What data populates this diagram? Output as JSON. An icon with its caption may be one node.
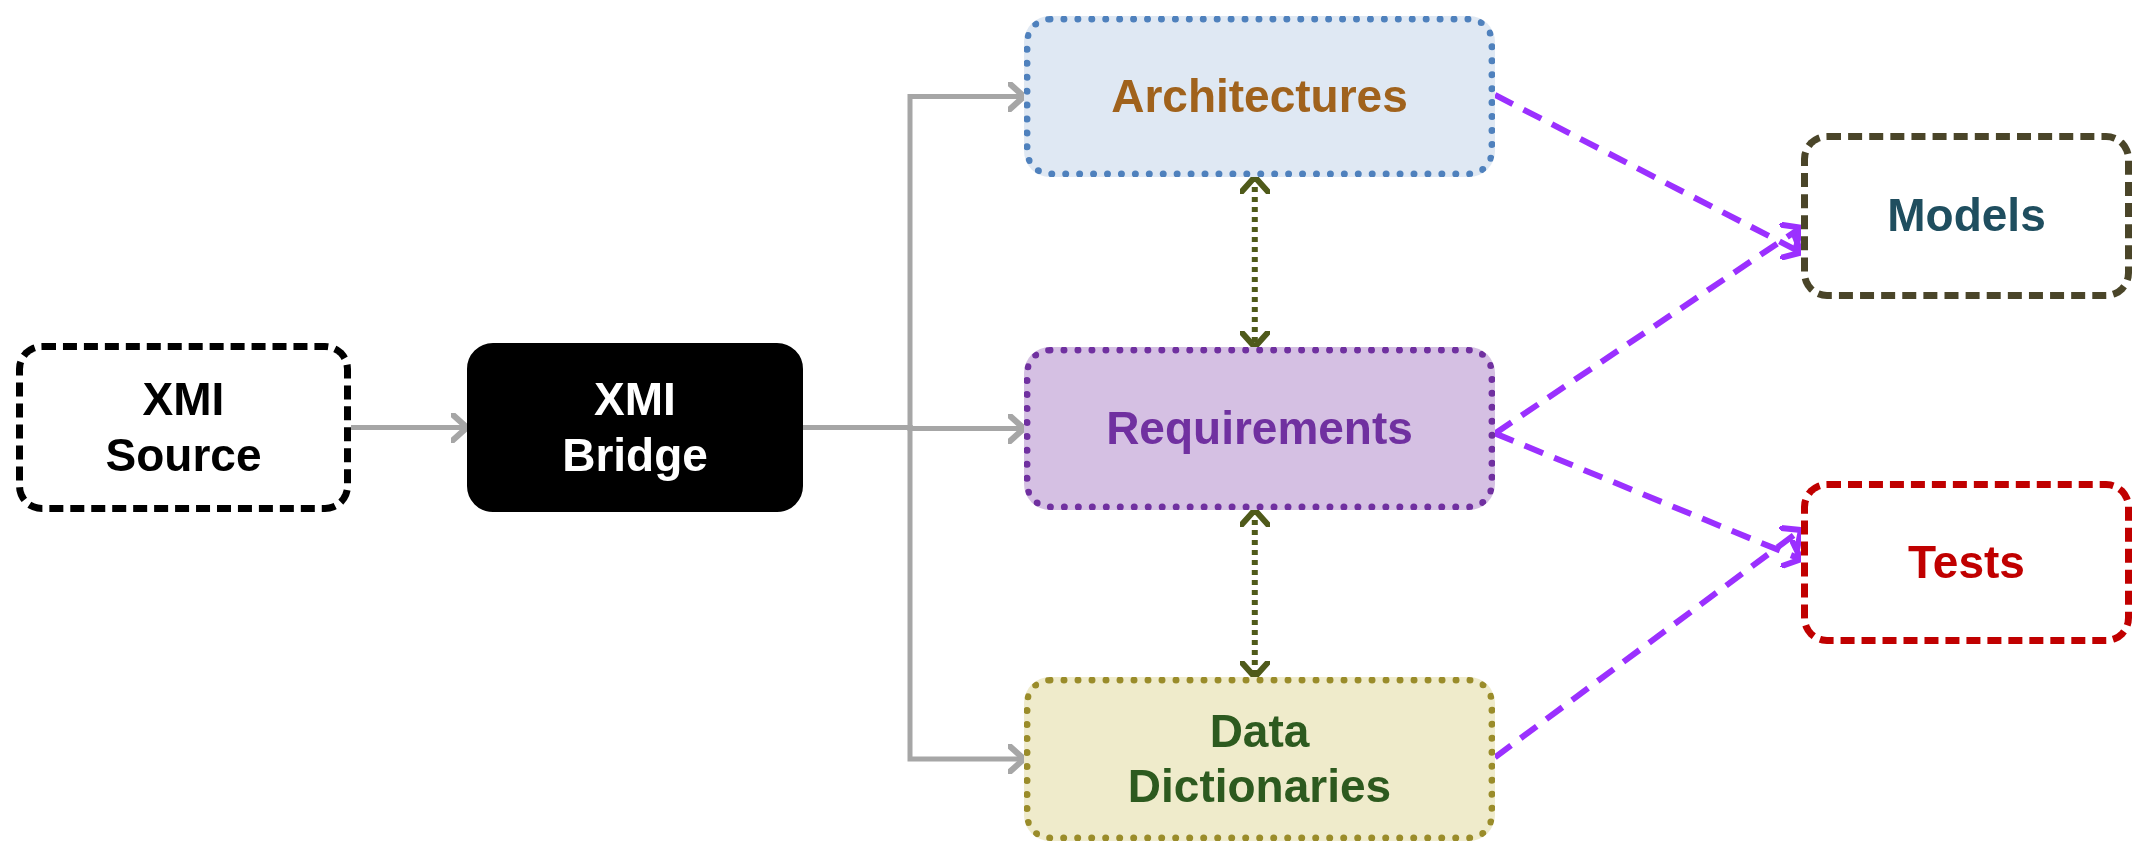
{
  "diagram": {
    "nodes": [
      {
        "text": [
          "XMI Source"
        ]
      },
      {
        "text": [
          "XMI Bridge"
        ]
      },
      {
        "text": [
          "Architectures"
        ]
      },
      {
        "text": [
          "Requirements"
        ]
      },
      {
        "text": [
          "Data Dictionaries"
        ]
      },
      {
        "text": [
          "Models"
        ]
      },
      {
        "text": [
          "Tests"
        ]
      }
    ],
    "edges": [
      {
        "from": 0,
        "to": 1,
        "arrow": "to",
        "color": "#a6a6a6"
      },
      {
        "from": 1,
        "to": 2,
        "arrow": "to",
        "color": "#a6a6a6"
      },
      {
        "from": 1,
        "to": 3,
        "arrow": "to",
        "color": "#a6a6a6"
      },
      {
        "from": 1,
        "to": 4,
        "arrow": "to",
        "color": "#a6a6a6"
      },
      {
        "from": 2,
        "to": 3,
        "arrow": "both",
        "style": "dashed",
        "color": "#4f5a1a"
      },
      {
        "from": 3,
        "to": 4,
        "arrow": "both",
        "style": "dashed",
        "color": "#4f5a1a"
      },
      {
        "from": 2,
        "to": 5,
        "arrow": "to",
        "style": "dashed",
        "color": "#9b30ff"
      },
      {
        "from": 3,
        "to": 5,
        "arrow": "to",
        "style": "dashed",
        "color": "#9b30ff"
      },
      {
        "from": 3,
        "to": 6,
        "arrow": "to",
        "style": "dashed",
        "color": "#9b30ff"
      },
      {
        "from": 4,
        "to": 6,
        "arrow": "to",
        "style": "dashed",
        "color": "#9b30ff"
      }
    ]
  }
}
